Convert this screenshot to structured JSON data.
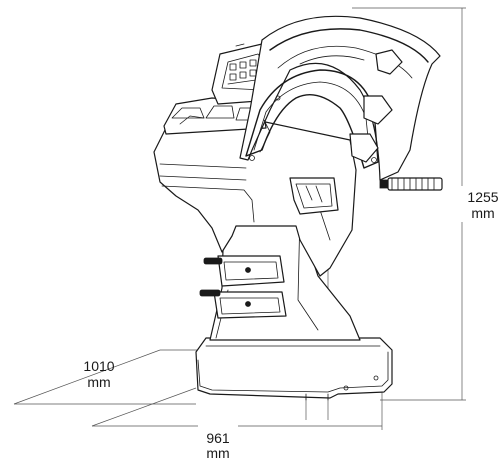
{
  "dimensions": {
    "height": {
      "value": "1255",
      "unit": "mm"
    },
    "depth": {
      "value": "1010",
      "unit": "mm"
    },
    "width": {
      "value": "961",
      "unit": "mm"
    }
  }
}
